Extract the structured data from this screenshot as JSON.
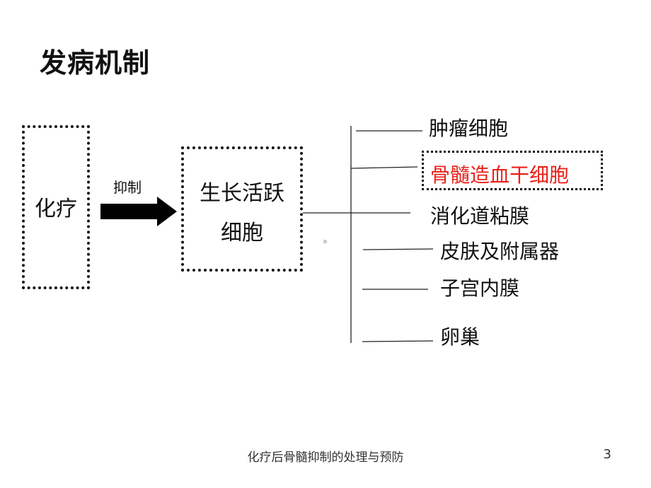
{
  "title": "发病机制",
  "source": "化疗",
  "arrow_label": "抑制",
  "target_cells": [
    "生长活跃",
    "细胞"
  ],
  "affected": [
    {
      "label": "肿瘤细胞",
      "highlighted": false
    },
    {
      "label": "骨髓造血干细胞",
      "highlighted": true
    },
    {
      "label": "消化道粘膜",
      "highlighted": false
    },
    {
      "label": "皮肤及附属器",
      "highlighted": false
    },
    {
      "label": "子宫内膜",
      "highlighted": false
    },
    {
      "label": "卵巢",
      "highlighted": false
    }
  ],
  "colors": {
    "title": "#1f2f9e",
    "highlight": "#e8221b",
    "text": "#111111"
  },
  "footer": {
    "caption": "化疗后骨髓抑制的处理与预防",
    "page_number": "3"
  }
}
